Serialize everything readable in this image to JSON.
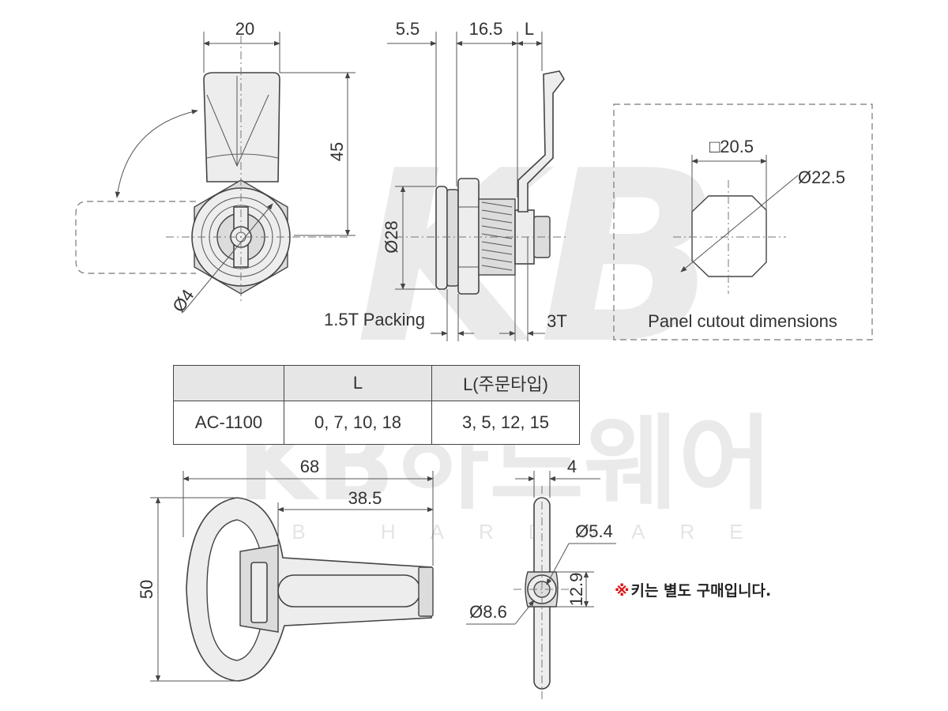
{
  "watermark": {
    "logo_letters": "KB",
    "brand_text": "KB하드웨어",
    "sub_text": "KB HARDWARE"
  },
  "dimensions": {
    "lock_width": "20",
    "lock_height": "45",
    "key_hole_dia": "Ø4",
    "washer_thickness": "5.5",
    "body_length": "16.5",
    "cam_offset": "L",
    "body_dia": "Ø28",
    "packing": "1.5T Packing",
    "cam_thickness": "3T",
    "cutout_square": "□20.5",
    "cutout_dia": "Ø22.5",
    "key_length": "68",
    "key_shank_length": "38.5",
    "key_height": "50",
    "key_tip_thickness": "4",
    "key_tip_inner_dia": "Ø5.4",
    "key_tip_outer_dia": "Ø8.6",
    "key_tip_width": "12.9"
  },
  "panel_cutout": {
    "caption": "Panel cutout dimensions"
  },
  "spec_table": {
    "headers": [
      "",
      "L",
      "L(주문타입)"
    ],
    "rows": [
      [
        "AC-1100",
        "0, 7, 10, 18",
        "3, 5, 12, 15"
      ]
    ]
  },
  "note": {
    "symbol": "※",
    "text": "키는 별도 구매입니다."
  }
}
